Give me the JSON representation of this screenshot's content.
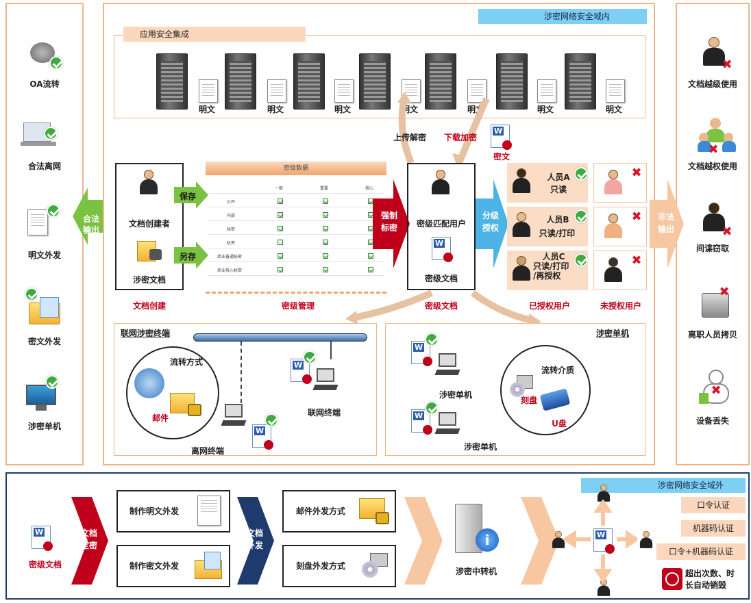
{
  "left_column": {
    "items": [
      {
        "label": "OA流转"
      },
      {
        "label": "合法离网"
      },
      {
        "label": "明文外发"
      },
      {
        "label": "密文外发"
      },
      {
        "label": "涉密单机"
      }
    ],
    "output_label": "合法\n输出"
  },
  "right_column": {
    "items": [
      {
        "label": "文档越级使用"
      },
      {
        "label": "文档越权使用"
      },
      {
        "label": "间谍窃取"
      },
      {
        "label": "离职人员拷贝"
      },
      {
        "label": "设备丢失"
      }
    ],
    "output_label": "非法\n输出"
  },
  "main": {
    "zone_title": "涉密网络安全域内",
    "app_integration": {
      "title": "应用安全集成",
      "plaintext_label": "明文"
    },
    "upload_decrypt": "上传解密",
    "download_encrypt": "下载加密",
    "ciphertext": "密文",
    "creator_box": {
      "creator": "文档创建者",
      "classified_doc": "涉密文档",
      "caption": "文档创建",
      "save": "保存",
      "save_as": "另存"
    },
    "level_management": {
      "table_title": "密级数据",
      "columns": [
        "一般",
        "重要",
        "核心"
      ],
      "rows": [
        {
          "name": "公开",
          "checks": [
            true,
            true,
            true
          ]
        },
        {
          "name": "内部",
          "checks": [
            true,
            true,
            true
          ]
        },
        {
          "name": "秘密",
          "checks": [
            true,
            true,
            true
          ]
        },
        {
          "name": "机密",
          "checks": [
            false,
            true,
            true
          ]
        },
        {
          "name": "商业普通秘密",
          "checks": [
            true,
            true,
            true
          ]
        },
        {
          "name": "商业核心秘密",
          "checks": [
            true,
            true,
            true
          ]
        }
      ],
      "caption": "密级管理",
      "force_mark": "强制\n标密"
    },
    "level_doc_box": {
      "matched_user": "密级匹配用户",
      "level_doc": "密级文档",
      "caption": "密级文档",
      "grant": "分级\n授权"
    },
    "authorized": {
      "caption": "已授权用户",
      "users": [
        {
          "name": "人员A",
          "perm": "只读"
        },
        {
          "name": "人员B",
          "perm": "只读/打印"
        },
        {
          "name": "人员C",
          "perm": "只读/打印\n/再授权"
        }
      ]
    },
    "unauthorized": {
      "caption": "未授权用户"
    },
    "network_terminal": {
      "title": "联网涉密终端",
      "flow_mode": "流转方式",
      "mail": "邮件",
      "offline_terminal": "离网终端",
      "online_terminal": "联网终端"
    },
    "standalone": {
      "title": "涉密单机",
      "pc1": "涉密单机",
      "pc2": "涉密单机",
      "medium": "流转介质",
      "burn": "刻盘",
      "usb": "U盘"
    }
  },
  "bottom": {
    "zone_title": "涉密网络安全域外",
    "level_doc": "密级文档",
    "doc_classify": "文档\n定密",
    "make_plain": "制作明文外发",
    "make_cipher": "制作密文外发",
    "doc_send": "文档\n外发",
    "mail_send": "邮件外发方式",
    "burn_send": "刻盘外发方式",
    "relay": "涉密中转机",
    "auth": [
      "口令认证",
      "机器码认证",
      "口令+机器码认证"
    ],
    "auto_destroy": "超出次数、时\n长自动销毁"
  },
  "colors": {
    "panel_border": "#f0b488",
    "zone_blue": "#7dd0f4",
    "green_arrow": "#7cc242",
    "red_arrow": "#c0001a",
    "blue_arrow": "#4db3e6",
    "navy_arrow": "#1f3b6e",
    "peach_arrow": "#f6c7a0"
  }
}
